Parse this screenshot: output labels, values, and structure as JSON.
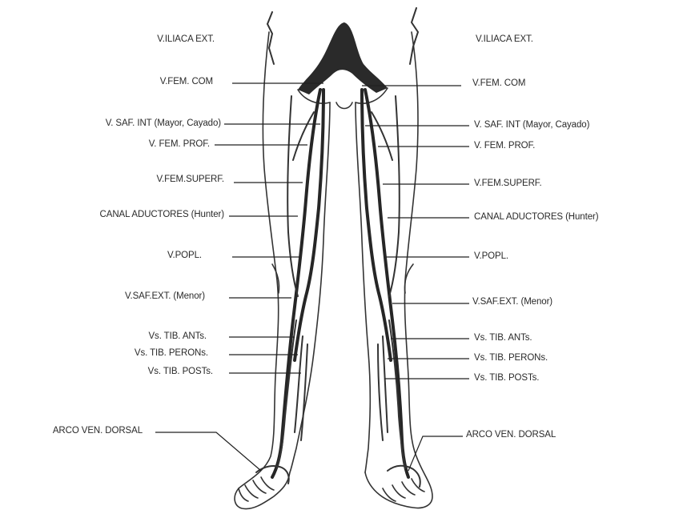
{
  "diagram": {
    "labels_left": [
      {
        "id": "iliaca",
        "text": "V.ILIACA EXT."
      },
      {
        "id": "fem-com",
        "text": "V.FEM. COM"
      },
      {
        "id": "saf-int",
        "text": "V.  SAF.  INT (Mayor,  Cayado)"
      },
      {
        "id": "fem-prof",
        "text": "V. FEM. PROF."
      },
      {
        "id": "fem-superf",
        "text": "V.FEM.SUPERF."
      },
      {
        "id": "canal",
        "text": "CANAL ADUCTORES (Hunter)"
      },
      {
        "id": "popl",
        "text": "V.POPL."
      },
      {
        "id": "saf-ext",
        "text": "V.SAF.EXT.  (Menor)"
      },
      {
        "id": "tib-ant",
        "text": "Vs.  TIB.  ANTs."
      },
      {
        "id": "tib-peron",
        "text": "Vs. TIB. PERONs."
      },
      {
        "id": "tib-post",
        "text": "Vs. TIB. POSTs."
      },
      {
        "id": "arco",
        "text": "ARCO VEN. DORSAL"
      }
    ],
    "labels_right": [
      {
        "id": "iliaca",
        "text": "V.ILIACA EXT."
      },
      {
        "id": "fem-com",
        "text": "V.FEM. COM"
      },
      {
        "id": "saf-int",
        "text": "V.  SAF.  INT (Mayor,  Cayado)"
      },
      {
        "id": "fem-prof",
        "text": "V. FEM. PROF."
      },
      {
        "id": "fem-superf",
        "text": "V.FEM.SUPERF."
      },
      {
        "id": "canal",
        "text": "CANAL ADUCTORES (Hunter)"
      },
      {
        "id": "popl",
        "text": "V.POPL."
      },
      {
        "id": "saf-ext",
        "text": "V.SAF.EXT.  (Menor)"
      },
      {
        "id": "tib-ant",
        "text": "Vs.  TIB.  ANTs."
      },
      {
        "id": "tib-peron",
        "text": "Vs. TIB. PERONs."
      },
      {
        "id": "tib-post",
        "text": "Vs. TIB. POSTs."
      },
      {
        "id": "arco",
        "text": "ARCO VEN. DORSAL"
      }
    ]
  }
}
